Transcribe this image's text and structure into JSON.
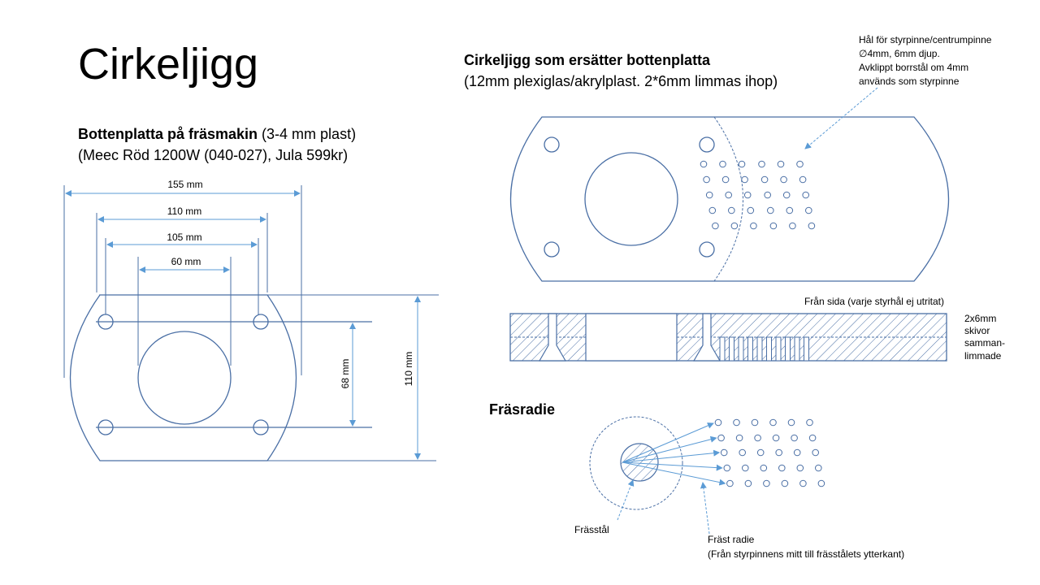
{
  "title": "Cirkeljigg",
  "bottenplatta": {
    "heading_bold": "Bottenplatta på fräsmakin",
    "heading_rest": " (3-4 mm plast)",
    "subheading": "(Meec Röd 1200W (040-027), Jula 599kr)",
    "dims": {
      "d155": "155 mm",
      "d110w": "110 mm",
      "d105": "105 mm",
      "d60": "60 mm",
      "d68": "68 mm",
      "d110h": "110 mm"
    }
  },
  "cirkeljigg": {
    "heading_bold": "Cirkeljigg  som ersätter bottenplatta",
    "subheading": "(12mm plexiglas/akrylplast. 2*6mm limmas ihop)",
    "hole_note": [
      "Hål för styrpinne/centrumpinne",
      "∅4mm, 6mm djup.",
      "Avklippt borrstål om 4mm",
      "används som styrpinne"
    ],
    "side_label": "Från sida (varje styrhål ej utritat)",
    "layer_label": [
      "2x6mm",
      "skivor",
      "samman-",
      "limmade"
    ]
  },
  "frasradie": {
    "heading": "Fräsradie",
    "frasstal_label": "Frässtål",
    "radie_label": "Fräst radie",
    "radie_note": "(Från styrpinnens mitt till frässtålets ytterkant)"
  },
  "colors": {
    "line": "#4a6fa5",
    "dim": "#5b9bd5"
  }
}
